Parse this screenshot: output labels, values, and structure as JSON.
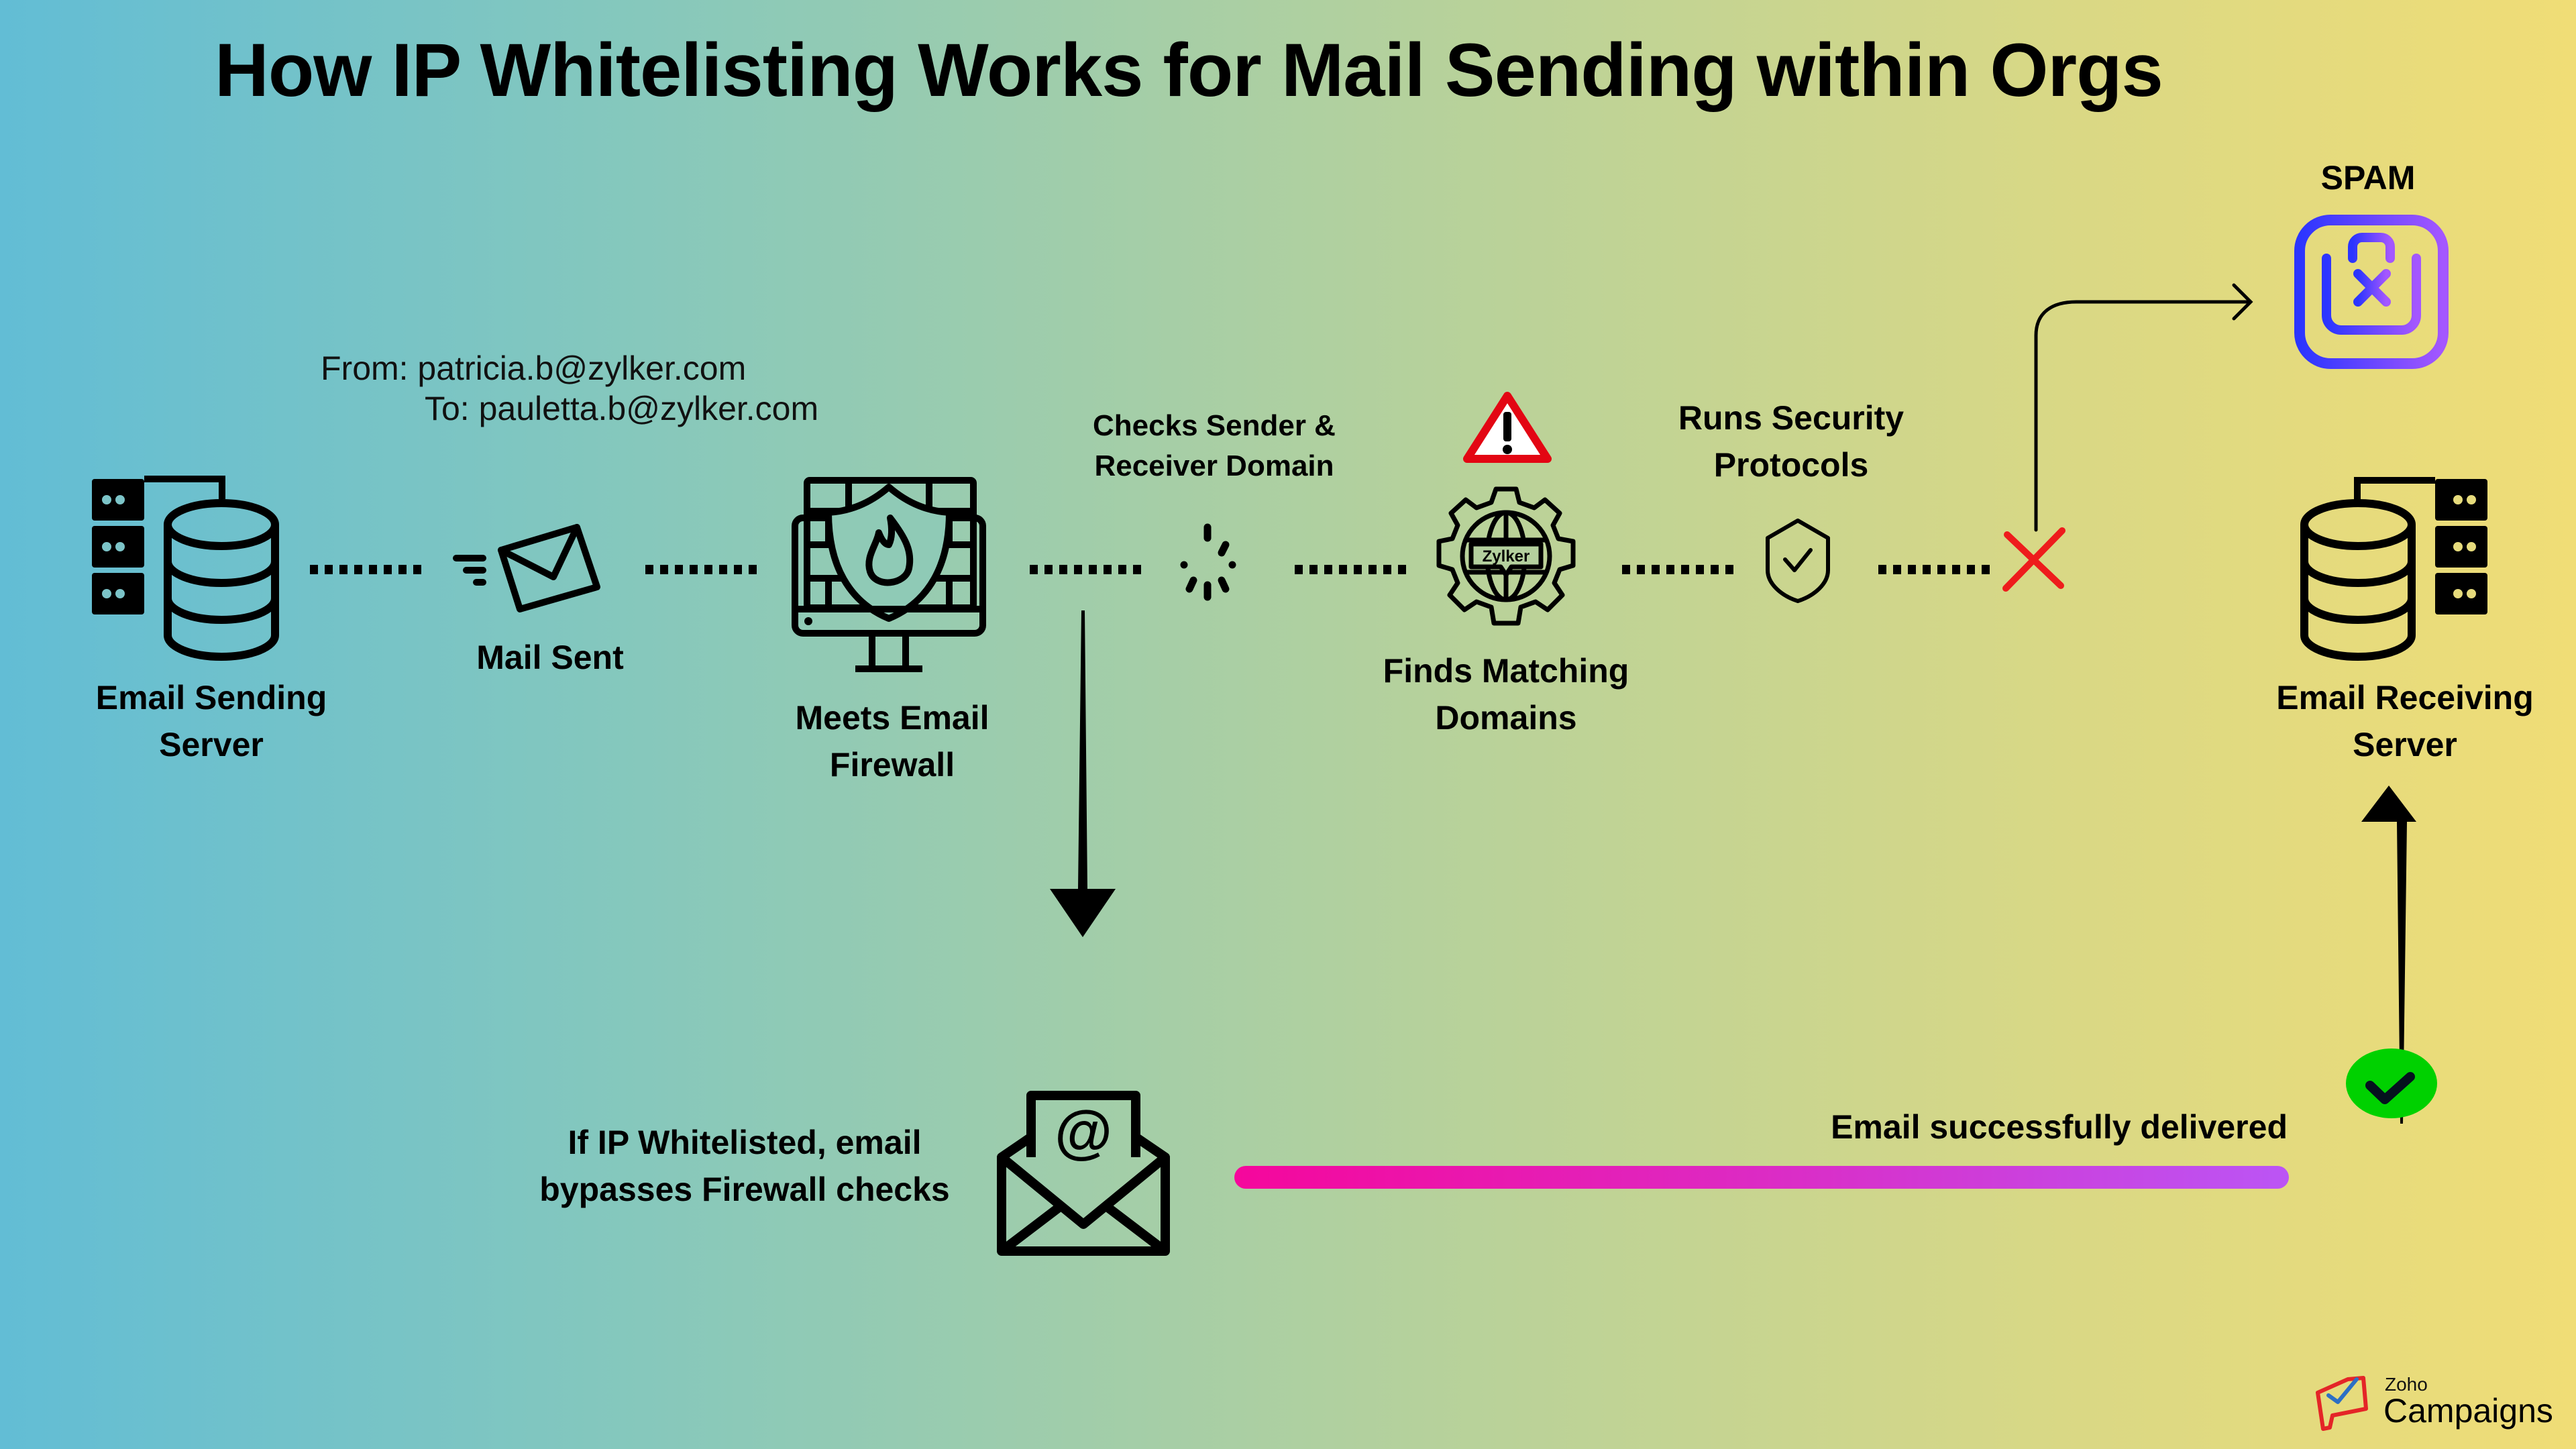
{
  "title": "How IP Whitelisting Works for Mail Sending within Orgs",
  "email_header": {
    "from": "From: patricia.b@zylker.com",
    "to": "To: pauletta.b@zylker.com"
  },
  "steps": {
    "sending_server": [
      "Email Sending",
      "Server"
    ],
    "mail_sent": "Mail Sent",
    "firewall": [
      "Meets Email",
      "Firewall"
    ],
    "checks_domain": [
      "Checks Sender &",
      "Receiver Domain"
    ],
    "finds_domains": [
      "Finds Matching",
      "Domains"
    ],
    "security": [
      "Runs Security",
      "Protocols"
    ],
    "receiving_server": [
      "Email Receiving",
      "Server"
    ],
    "spam": "SPAM",
    "zylker_badge": "Zylker"
  },
  "bypass": {
    "text": [
      "If IP Whitelisted, email",
      "bypasses Firewall checks"
    ],
    "delivered": "Email successfully delivered"
  },
  "colors": {
    "warning_red": "#e30613",
    "reject_red": "#ee1c1c",
    "success_green": "#00d100",
    "bar_start": "#f5079c",
    "bar_end": "#bb55f5",
    "spam_start": "#2b35ff",
    "spam_end": "#a457ff"
  },
  "brand": {
    "zoho": "Zoho",
    "product": "Campaigns"
  }
}
